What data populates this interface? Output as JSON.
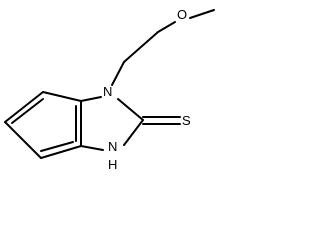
{
  "atoms": {
    "o": "O",
    "n1": "N",
    "nh": "N",
    "h": "H",
    "s": "S"
  }
}
